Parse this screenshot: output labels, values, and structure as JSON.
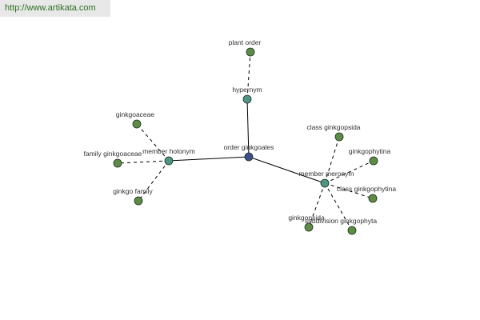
{
  "credit": {
    "text": "http://www.artikata.com",
    "color": "#2c6e20"
  },
  "colors": {
    "edge": "#000000",
    "center_node": "#3d4f8a",
    "relation_node": "#4f9585",
    "leaf_node": "#5d8c46",
    "node_stroke": "#1e2e1e",
    "label": "#333333"
  },
  "graph": {
    "nodes": [
      {
        "id": "center",
        "label": "order ginkgoales",
        "kind": "center"
      },
      {
        "id": "hypernym",
        "label": "hypernym",
        "kind": "relation"
      },
      {
        "id": "member-holonym",
        "label": "member holonym",
        "kind": "relation"
      },
      {
        "id": "member-meronym",
        "label": "member meronym",
        "kind": "relation"
      },
      {
        "id": "plant-order",
        "label": "plant order",
        "kind": "leaf"
      },
      {
        "id": "ginkgoaceae",
        "label": "ginkgoaceae",
        "kind": "leaf"
      },
      {
        "id": "family-ginkgoaceae",
        "label": "family ginkgoaceae",
        "kind": "leaf"
      },
      {
        "id": "ginkgo-family",
        "label": "ginkgo family",
        "kind": "leaf"
      },
      {
        "id": "class-ginkgopsida",
        "label": "class ginkgopsida",
        "kind": "leaf"
      },
      {
        "id": "ginkgophytina",
        "label": "ginkgophytina",
        "kind": "leaf"
      },
      {
        "id": "class-ginkgophytina",
        "label": "class ginkgophytina",
        "kind": "leaf"
      },
      {
        "id": "subdivision-ginkgophyta",
        "label": "subdivision ginkgophyta",
        "kind": "leaf"
      },
      {
        "id": "ginkgopsida",
        "label": "ginkgopsida",
        "kind": "leaf"
      }
    ],
    "edges": [
      {
        "from": "center",
        "to": "hypernym",
        "style": "solid"
      },
      {
        "from": "center",
        "to": "member-holonym",
        "style": "solid"
      },
      {
        "from": "center",
        "to": "member-meronym",
        "style": "solid"
      },
      {
        "from": "hypernym",
        "to": "plant-order",
        "style": "dashed"
      },
      {
        "from": "member-holonym",
        "to": "ginkgoaceae",
        "style": "dashed"
      },
      {
        "from": "member-holonym",
        "to": "family-ginkgoaceae",
        "style": "dashed"
      },
      {
        "from": "member-holonym",
        "to": "ginkgo-family",
        "style": "dashed"
      },
      {
        "from": "member-meronym",
        "to": "class-ginkgopsida",
        "style": "dashed"
      },
      {
        "from": "member-meronym",
        "to": "ginkgophytina",
        "style": "dashed"
      },
      {
        "from": "member-meronym",
        "to": "class-ginkgophytina",
        "style": "dashed"
      },
      {
        "from": "member-meronym",
        "to": "subdivision-ginkgophyta",
        "style": "dashed"
      },
      {
        "from": "member-meronym",
        "to": "ginkgopsida",
        "style": "dashed"
      }
    ]
  }
}
